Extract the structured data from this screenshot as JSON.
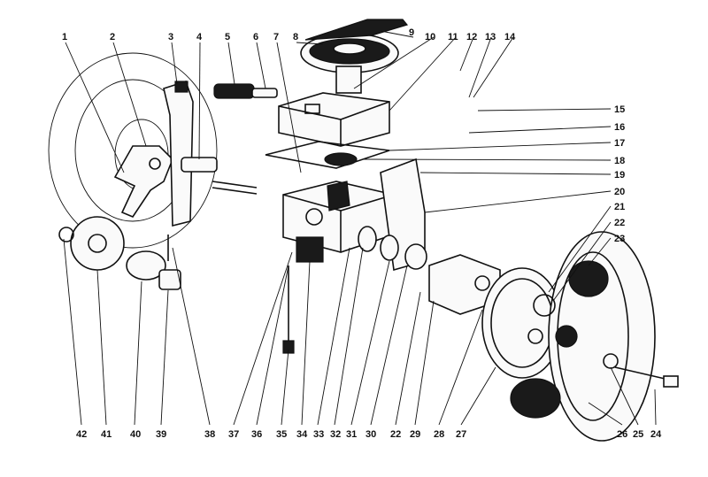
{
  "diagram": {
    "top_callouts": [
      "1",
      "2",
      "3",
      "4",
      "5",
      "6",
      "7",
      "8",
      "9",
      "10",
      "11",
      "12",
      "13",
      "14"
    ],
    "right_callouts": [
      "15",
      "16",
      "17",
      "18",
      "19",
      "20",
      "21",
      "22",
      "23"
    ],
    "bottom_callouts": [
      "42",
      "41",
      "40",
      "39",
      "38",
      "37",
      "36",
      "35",
      "34",
      "33",
      "32",
      "31",
      "30",
      "22",
      "29",
      "28",
      "27",
      "26",
      "25",
      "24"
    ]
  }
}
